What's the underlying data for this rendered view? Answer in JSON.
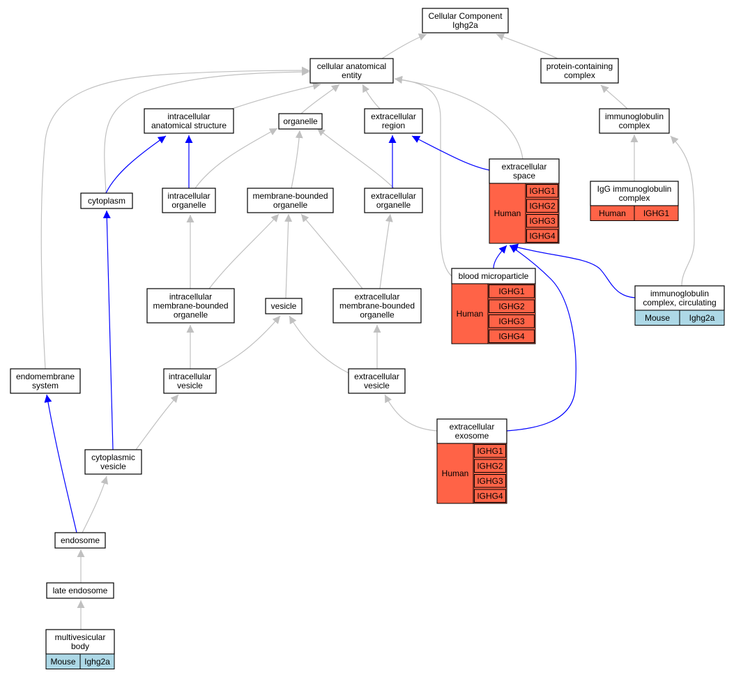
{
  "colors": {
    "human": "#ff6347",
    "mouse": "#add8e6",
    "is_a_edge": "#c0c0c0",
    "part_of_edge": "#0000ff",
    "node_fill": "#ffffff",
    "node_stroke": "#000000"
  },
  "nodes": [
    {
      "id": "root",
      "lines": [
        "Cellular Component",
        "Ighg2a"
      ]
    },
    {
      "id": "cae",
      "lines": [
        "cellular anatomical",
        "entity"
      ]
    },
    {
      "id": "pcc",
      "lines": [
        "protein-containing",
        "complex"
      ]
    },
    {
      "id": "ias",
      "lines": [
        "intracellular",
        "anatomical structure"
      ]
    },
    {
      "id": "org",
      "lines": [
        "organelle"
      ]
    },
    {
      "id": "er",
      "lines": [
        "extracellular",
        "region"
      ]
    },
    {
      "id": "igc",
      "lines": [
        "immunoglobulin",
        "complex"
      ]
    },
    {
      "id": "es",
      "lines": [
        "extracellular",
        "space"
      ],
      "annotations": [
        {
          "species": "Human",
          "genes": [
            "IGHG1",
            "IGHG2",
            "IGHG3",
            "IGHG4"
          ]
        }
      ]
    },
    {
      "id": "iggc",
      "lines": [
        "IgG immunoglobulin",
        "complex"
      ],
      "annotations": [
        {
          "species": "Human",
          "genes": [
            "IGHG1"
          ]
        }
      ]
    },
    {
      "id": "cyt",
      "lines": [
        "cytoplasm"
      ]
    },
    {
      "id": "io",
      "lines": [
        "intracellular",
        "organelle"
      ]
    },
    {
      "id": "mbo",
      "lines": [
        "membrane-bounded",
        "organelle"
      ]
    },
    {
      "id": "eo",
      "lines": [
        "extracellular",
        "organelle"
      ]
    },
    {
      "id": "bm",
      "lines": [
        "blood microparticle"
      ],
      "annotations": [
        {
          "species": "Human",
          "genes": [
            "IGHG1",
            "IGHG2",
            "IGHG3",
            "IGHG4"
          ]
        }
      ]
    },
    {
      "id": "igcc",
      "lines": [
        "immunoglobulin",
        "complex, circulating"
      ],
      "annotations": [
        {
          "species": "Mouse",
          "genes": [
            "Ighg2a"
          ]
        }
      ]
    },
    {
      "id": "imbo",
      "lines": [
        "intracellular",
        "membrane-bounded",
        "organelle"
      ]
    },
    {
      "id": "ves",
      "lines": [
        "vesicle"
      ]
    },
    {
      "id": "embo",
      "lines": [
        "extracellular",
        "membrane-bounded",
        "organelle"
      ]
    },
    {
      "id": "ems",
      "lines": [
        "endomembrane",
        "system"
      ]
    },
    {
      "id": "iv",
      "lines": [
        "intracellular",
        "vesicle"
      ]
    },
    {
      "id": "ev",
      "lines": [
        "extracellular",
        "vesicle"
      ]
    },
    {
      "id": "cv",
      "lines": [
        "cytoplasmic",
        "vesicle"
      ]
    },
    {
      "id": "exo",
      "lines": [
        "extracellular",
        "exosome"
      ],
      "annotations": [
        {
          "species": "Human",
          "genes": [
            "IGHG1",
            "IGHG2",
            "IGHG3",
            "IGHG4"
          ]
        }
      ]
    },
    {
      "id": "endo",
      "lines": [
        "endosome"
      ]
    },
    {
      "id": "le",
      "lines": [
        "late endosome"
      ]
    },
    {
      "id": "mvb",
      "lines": [
        "multivesicular",
        "body"
      ],
      "annotations": [
        {
          "species": "Mouse",
          "genes": [
            "Ighg2a"
          ]
        }
      ]
    }
  ],
  "edges": [
    {
      "from": "cae",
      "to": "root",
      "type": "is_a"
    },
    {
      "from": "pcc",
      "to": "root",
      "type": "is_a"
    },
    {
      "from": "igc",
      "to": "pcc",
      "type": "is_a"
    },
    {
      "from": "iggc",
      "to": "igc",
      "type": "is_a"
    },
    {
      "from": "igcc",
      "to": "igc",
      "type": "is_a"
    },
    {
      "from": "ias",
      "to": "cae",
      "type": "is_a"
    },
    {
      "from": "org",
      "to": "cae",
      "type": "is_a"
    },
    {
      "from": "er",
      "to": "cae",
      "type": "is_a"
    },
    {
      "from": "es",
      "to": "cae",
      "type": "is_a"
    },
    {
      "from": "bm",
      "to": "cae",
      "type": "is_a"
    },
    {
      "from": "cyt",
      "to": "cae",
      "type": "is_a"
    },
    {
      "from": "ems",
      "to": "cae",
      "type": "is_a"
    },
    {
      "from": "cyt",
      "to": "ias",
      "type": "part_of"
    },
    {
      "from": "io",
      "to": "ias",
      "type": "part_of"
    },
    {
      "from": "io",
      "to": "org",
      "type": "is_a"
    },
    {
      "from": "mbo",
      "to": "org",
      "type": "is_a"
    },
    {
      "from": "eo",
      "to": "org",
      "type": "is_a"
    },
    {
      "from": "eo",
      "to": "er",
      "type": "part_of"
    },
    {
      "from": "es",
      "to": "er",
      "type": "part_of"
    },
    {
      "from": "imbo",
      "to": "io",
      "type": "is_a"
    },
    {
      "from": "imbo",
      "to": "mbo",
      "type": "is_a"
    },
    {
      "from": "ves",
      "to": "mbo",
      "type": "is_a"
    },
    {
      "from": "embo",
      "to": "mbo",
      "type": "is_a"
    },
    {
      "from": "embo",
      "to": "eo",
      "type": "is_a"
    },
    {
      "from": "iv",
      "to": "imbo",
      "type": "is_a"
    },
    {
      "from": "iv",
      "to": "ves",
      "type": "is_a"
    },
    {
      "from": "ev",
      "to": "ves",
      "type": "is_a"
    },
    {
      "from": "ev",
      "to": "embo",
      "type": "is_a"
    },
    {
      "from": "cv",
      "to": "iv",
      "type": "is_a"
    },
    {
      "from": "cv",
      "to": "cyt",
      "type": "part_of"
    },
    {
      "from": "exo",
      "to": "ev",
      "type": "is_a"
    },
    {
      "from": "bm",
      "to": "es",
      "type": "part_of"
    },
    {
      "from": "igcc",
      "to": "es",
      "type": "part_of"
    },
    {
      "from": "exo",
      "to": "es",
      "type": "part_of"
    },
    {
      "from": "endo",
      "to": "cv",
      "type": "is_a"
    },
    {
      "from": "endo",
      "to": "ems",
      "type": "part_of"
    },
    {
      "from": "le",
      "to": "endo",
      "type": "is_a"
    },
    {
      "from": "mvb",
      "to": "le",
      "type": "is_a"
    }
  ]
}
